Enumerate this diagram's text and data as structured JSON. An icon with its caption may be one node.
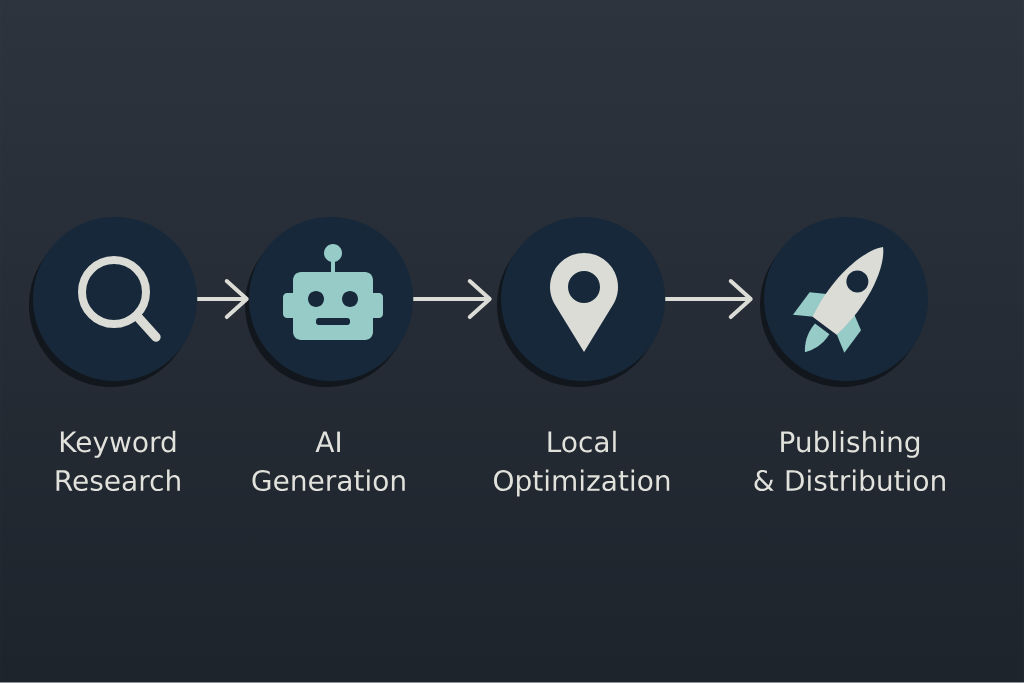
{
  "diagram": {
    "nodes": [
      {
        "text": [
          "Keyword Research"
        ]
      },
      {
        "text": [
          "AI Generation"
        ]
      },
      {
        "text": [
          "Local Optimization"
        ]
      },
      {
        "text": [
          "Publishing & Distribution"
        ]
      }
    ],
    "edges": [
      {
        "from": 0,
        "to": 1,
        "arrow": "to"
      },
      {
        "from": 1,
        "to": 2,
        "arrow": "to"
      },
      {
        "from": 2,
        "to": 3,
        "arrow": "to"
      }
    ]
  }
}
